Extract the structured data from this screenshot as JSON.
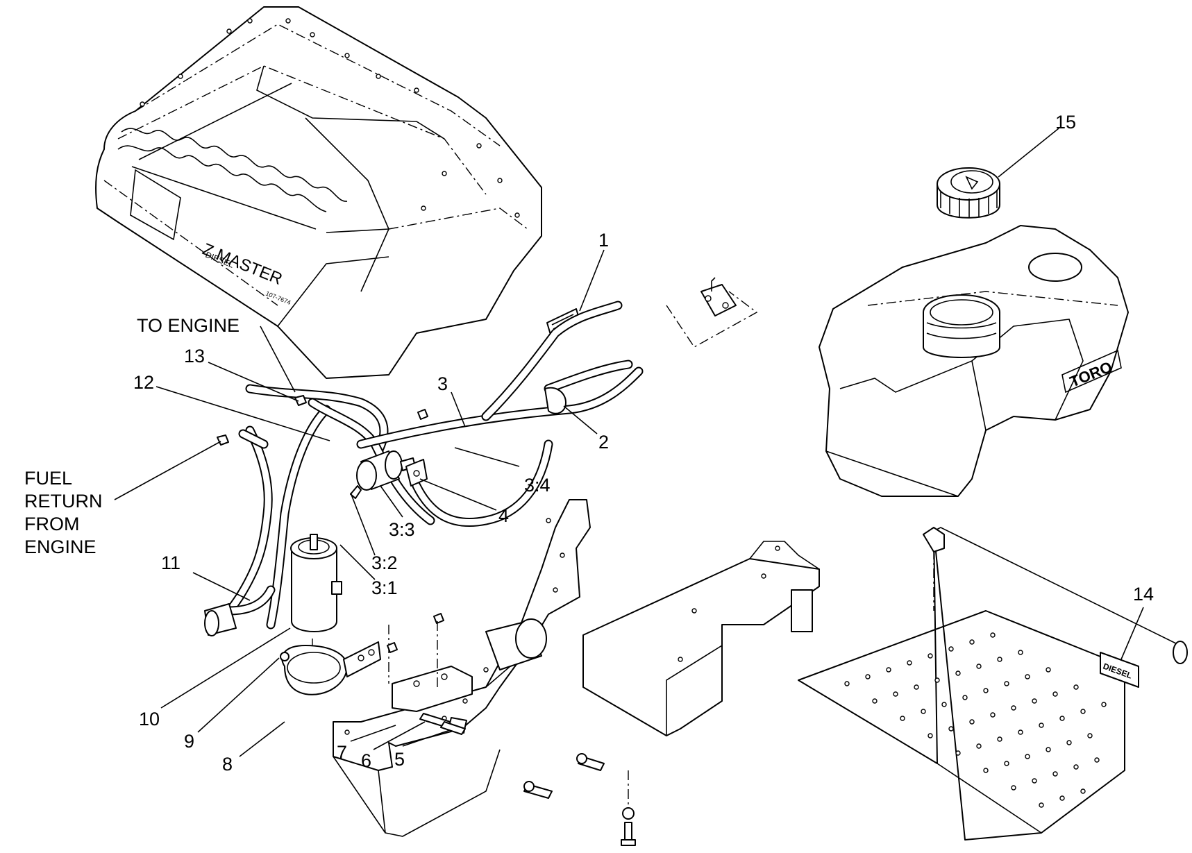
{
  "callouts": {
    "c1": "1",
    "c2": "2",
    "c3": "3",
    "c3_1": "3:1",
    "c3_2": "3:2",
    "c3_3": "3:3",
    "c3_4": "3:4",
    "c4": "4",
    "c5": "5",
    "c6": "6",
    "c7": "7",
    "c8": "8",
    "c9": "9",
    "c10": "10",
    "c11": "11",
    "c12": "12",
    "c13": "13",
    "c14": "14",
    "c15": "15"
  },
  "notes": {
    "to_engine": "TO ENGINE",
    "fuel_return": [
      "FUEL",
      "RETURN",
      "FROM",
      "ENGINE"
    ]
  },
  "decals": {
    "hood_brand": "Z MASTER",
    "hood_sub": "DIESEL",
    "hood_part_no": "107-7674",
    "tank_brand": "TORO",
    "step_decal": "DIESEL"
  }
}
